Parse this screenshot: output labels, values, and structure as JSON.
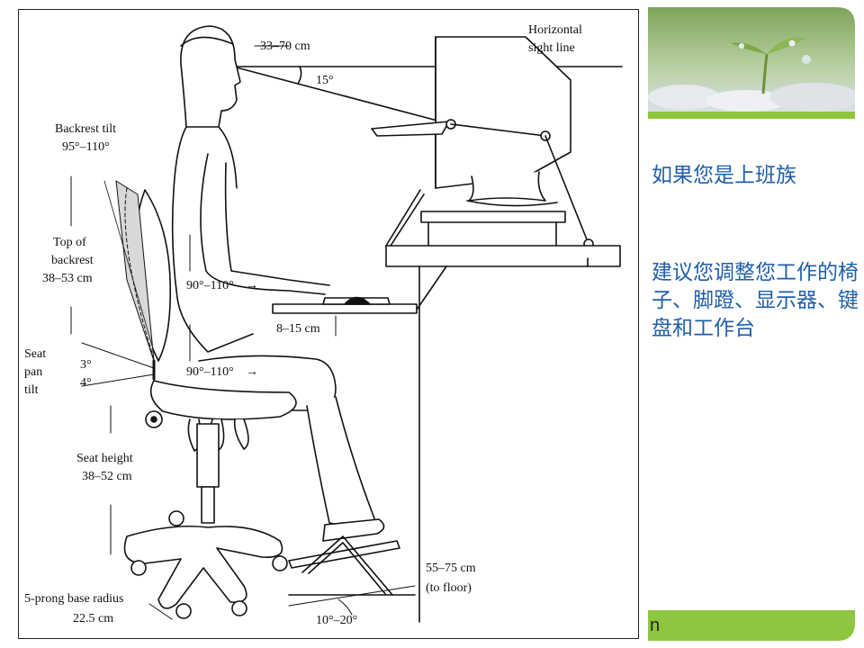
{
  "diagram": {
    "labels": {
      "distance": "33–70 cm",
      "sight_line": [
        "Horizontal",
        "sight line"
      ],
      "sight_angle": "15°",
      "backrest_tilt": [
        "Backrest tilt",
        "95°–110°"
      ],
      "top_of_backrest": [
        "Top of",
        "backrest",
        "38–53 cm"
      ],
      "arm_angle": "90°–110°",
      "knee_angle": "90°–110°",
      "keyboard_gap": "8–15 cm",
      "seat_pan_tilt": [
        "Seat",
        "pan",
        "tilt"
      ],
      "tilt_3": "3°",
      "tilt_4": "4°",
      "seat_height": [
        "Seat height",
        "38–52 cm"
      ],
      "base_radius": [
        "5-prong base radius",
        "22.5 cm"
      ],
      "desk_height": [
        "55–75 cm",
        "(to floor)"
      ],
      "footrest_angle": "10°–20°"
    }
  },
  "side_panel": {
    "heading": "如果您是上班族",
    "advice": "建议您调整您工作的椅子、脚蹬、显示器、键盘和工作台"
  },
  "footer": {
    "text": "n"
  },
  "colors": {
    "accent_green": "#8dc63f",
    "text_blue": "#1f5fa8"
  }
}
